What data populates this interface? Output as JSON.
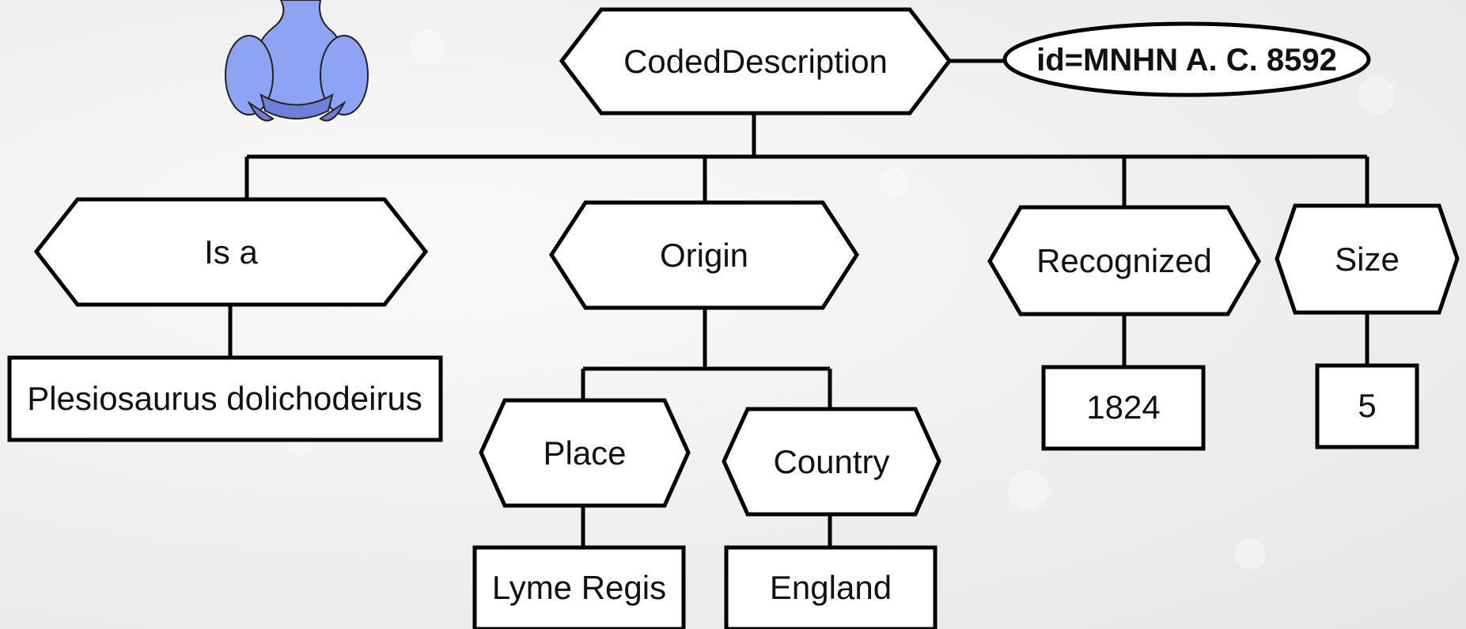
{
  "diagram": {
    "root": "CodedDescription",
    "root_id": "id=MNHN A. C. 8592",
    "categories": [
      {
        "label": "Is a",
        "value": "Plesiosaurus dolichodeirus"
      },
      {
        "label": "Origin",
        "children": [
          {
            "label": "Place",
            "value": "Lyme Regis"
          },
          {
            "label": "Country",
            "value": "England"
          }
        ]
      },
      {
        "label": "Recognized",
        "value": "1824"
      },
      {
        "label": "Size",
        "value": "5"
      }
    ]
  },
  "colors": {
    "mascot_fill": "#8fa3f5",
    "mascot_shadow": "#6f7fd8",
    "stroke": "#000000"
  }
}
